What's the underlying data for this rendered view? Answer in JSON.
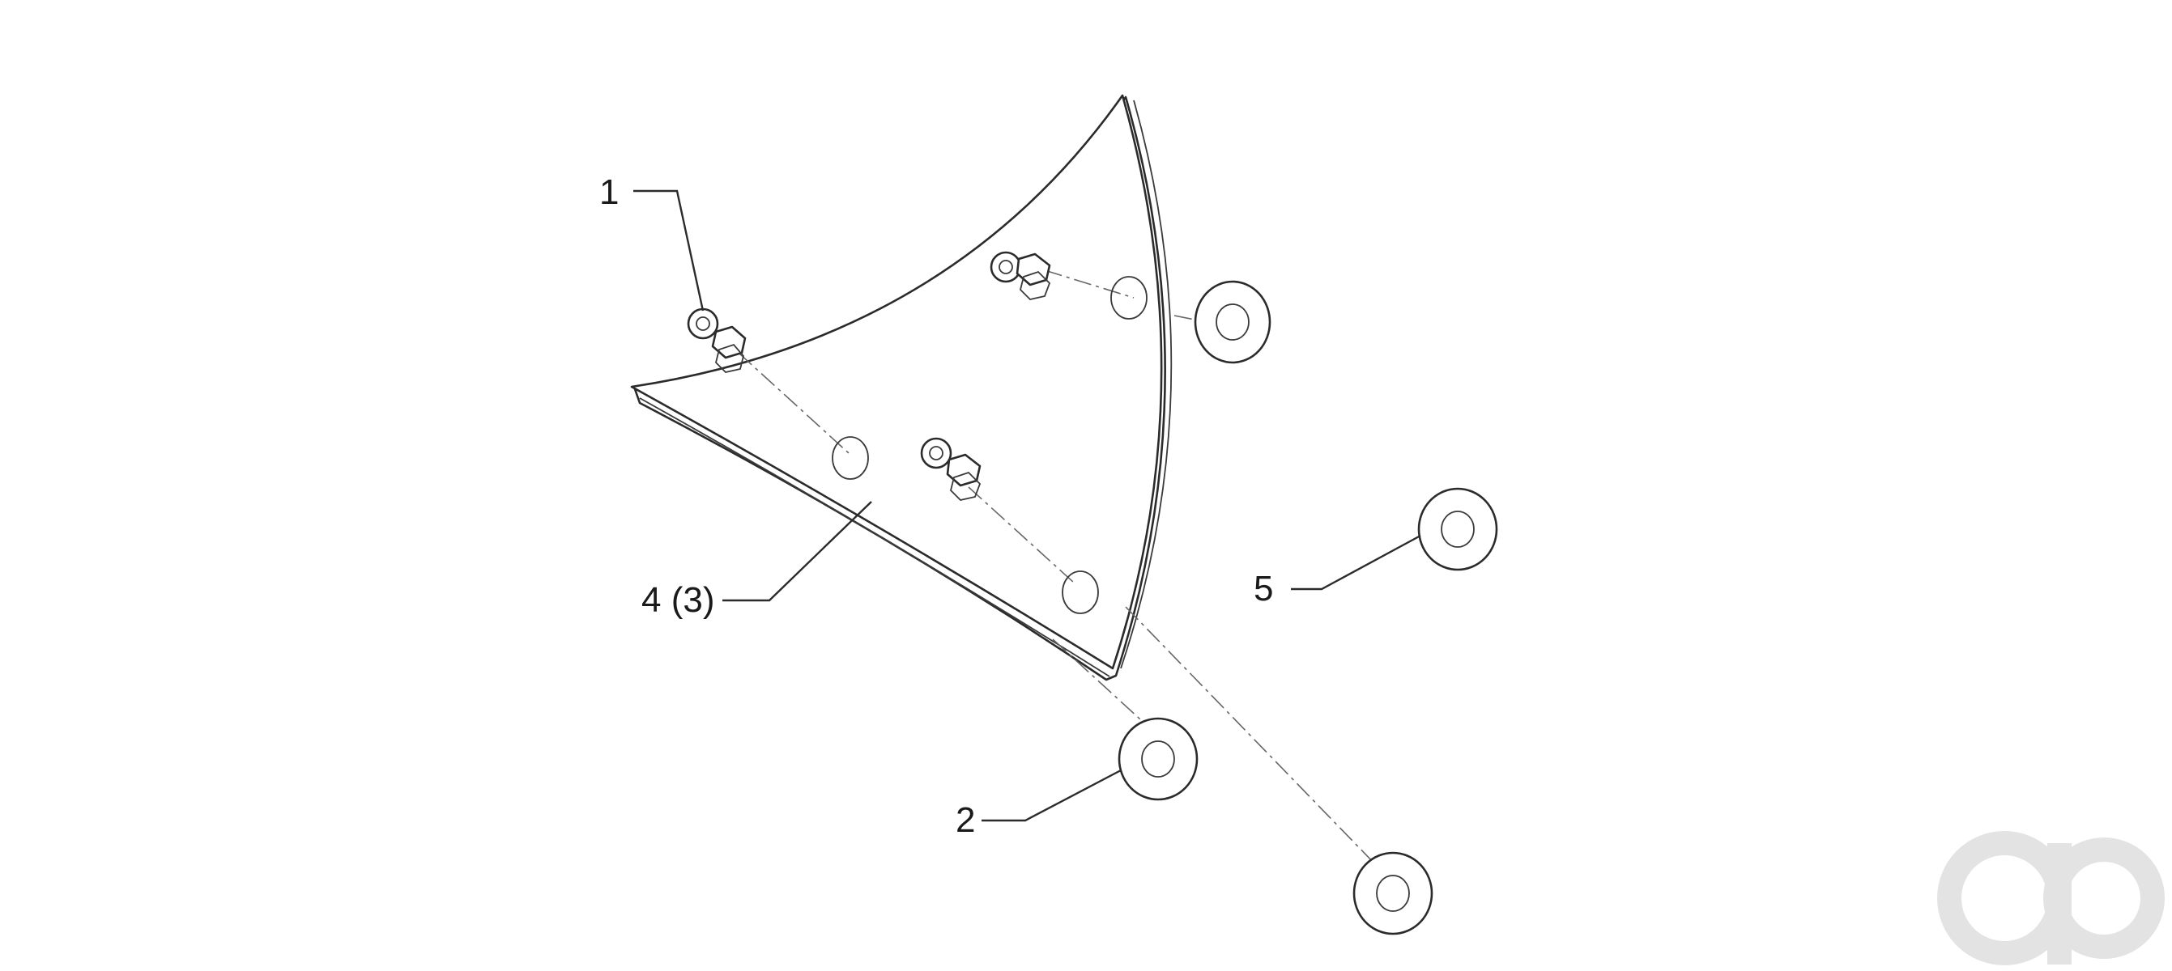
{
  "diagram": {
    "callouts": [
      {
        "id": "1",
        "label": "1"
      },
      {
        "id": "2",
        "label": "2"
      },
      {
        "id": "4",
        "label": "4 (3)"
      },
      {
        "id": "5",
        "label": "5"
      }
    ],
    "watermark": {
      "text": "ao",
      "color": "#e3e3e3"
    },
    "colors": {
      "ink": "#2b2b2b",
      "background": "#ffffff"
    }
  }
}
